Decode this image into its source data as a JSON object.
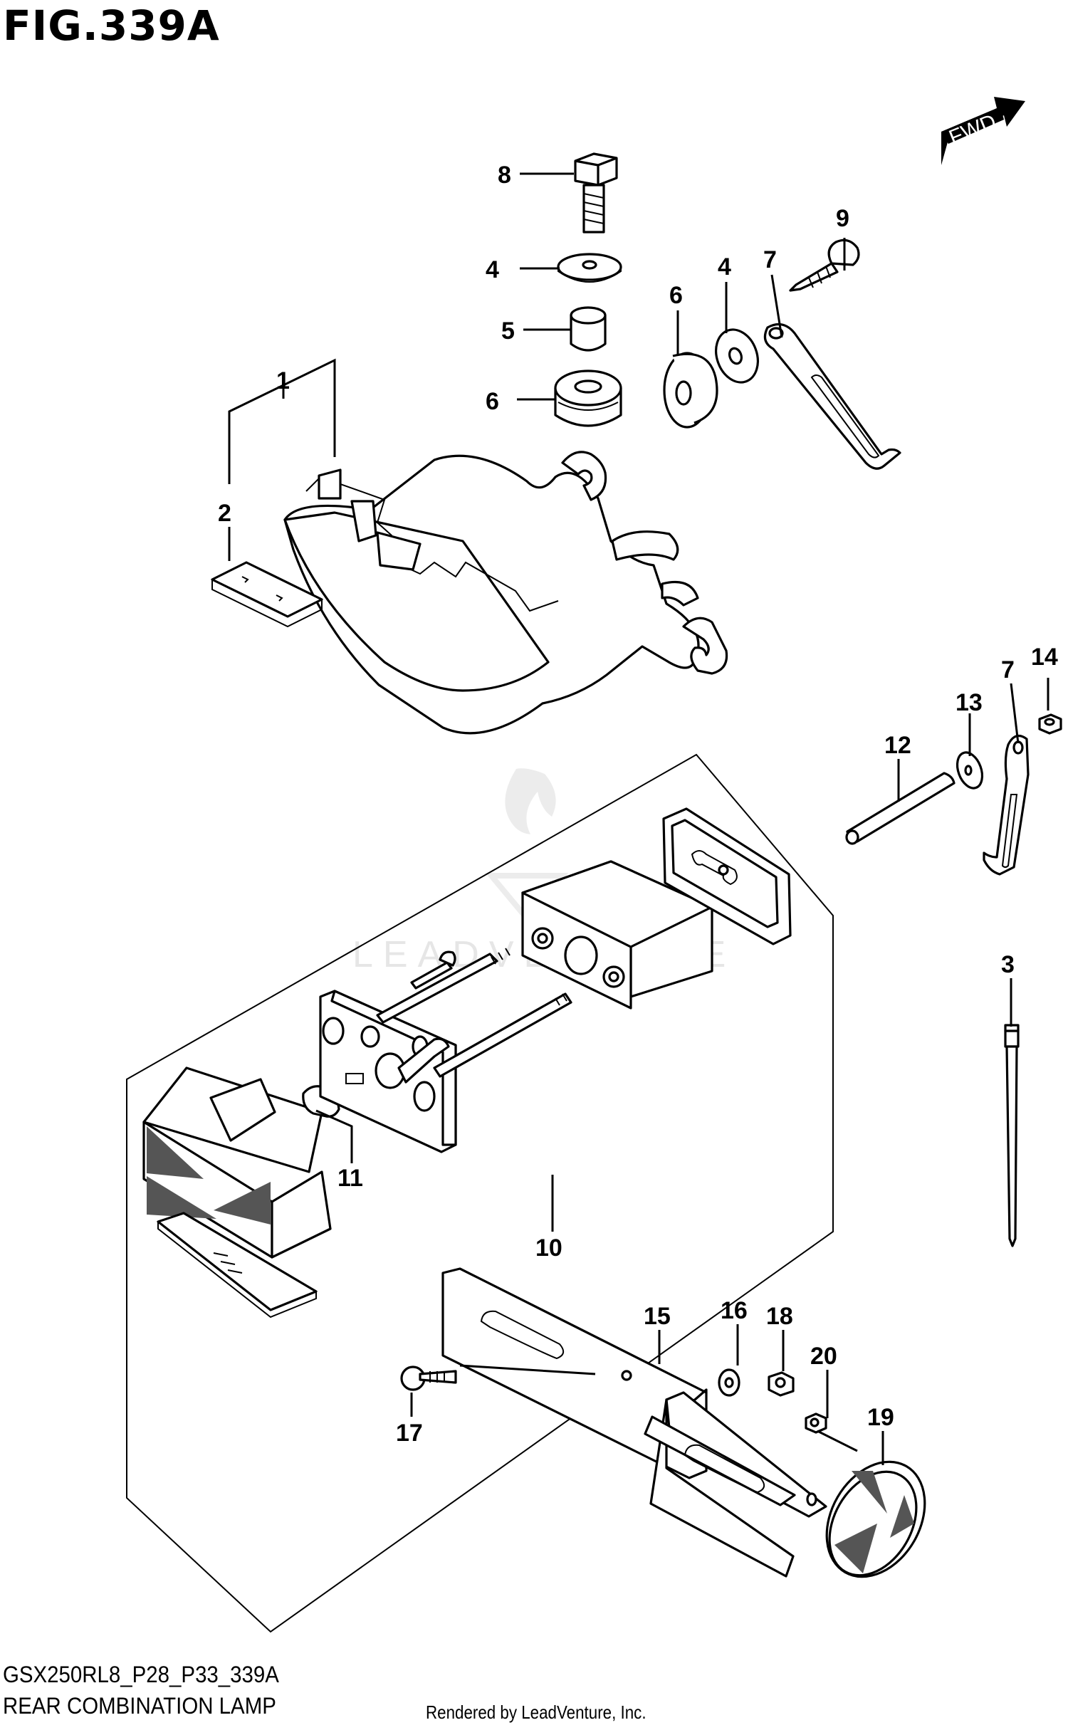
{
  "figure": {
    "title": "FIG.339A",
    "code": "GSX250RL8_P28_P33_339A",
    "name": "REAR COMBINATION LAMP",
    "rendered_by": "Rendered by LeadVenture, Inc.",
    "direction_label": "FWD"
  },
  "callouts": [
    "8",
    "4",
    "5",
    "6",
    "6",
    "4",
    "7",
    "9",
    "1",
    "2",
    "14",
    "13",
    "7",
    "12",
    "3",
    "11",
    "10",
    "15",
    "16",
    "18",
    "20",
    "19",
    "17"
  ]
}
